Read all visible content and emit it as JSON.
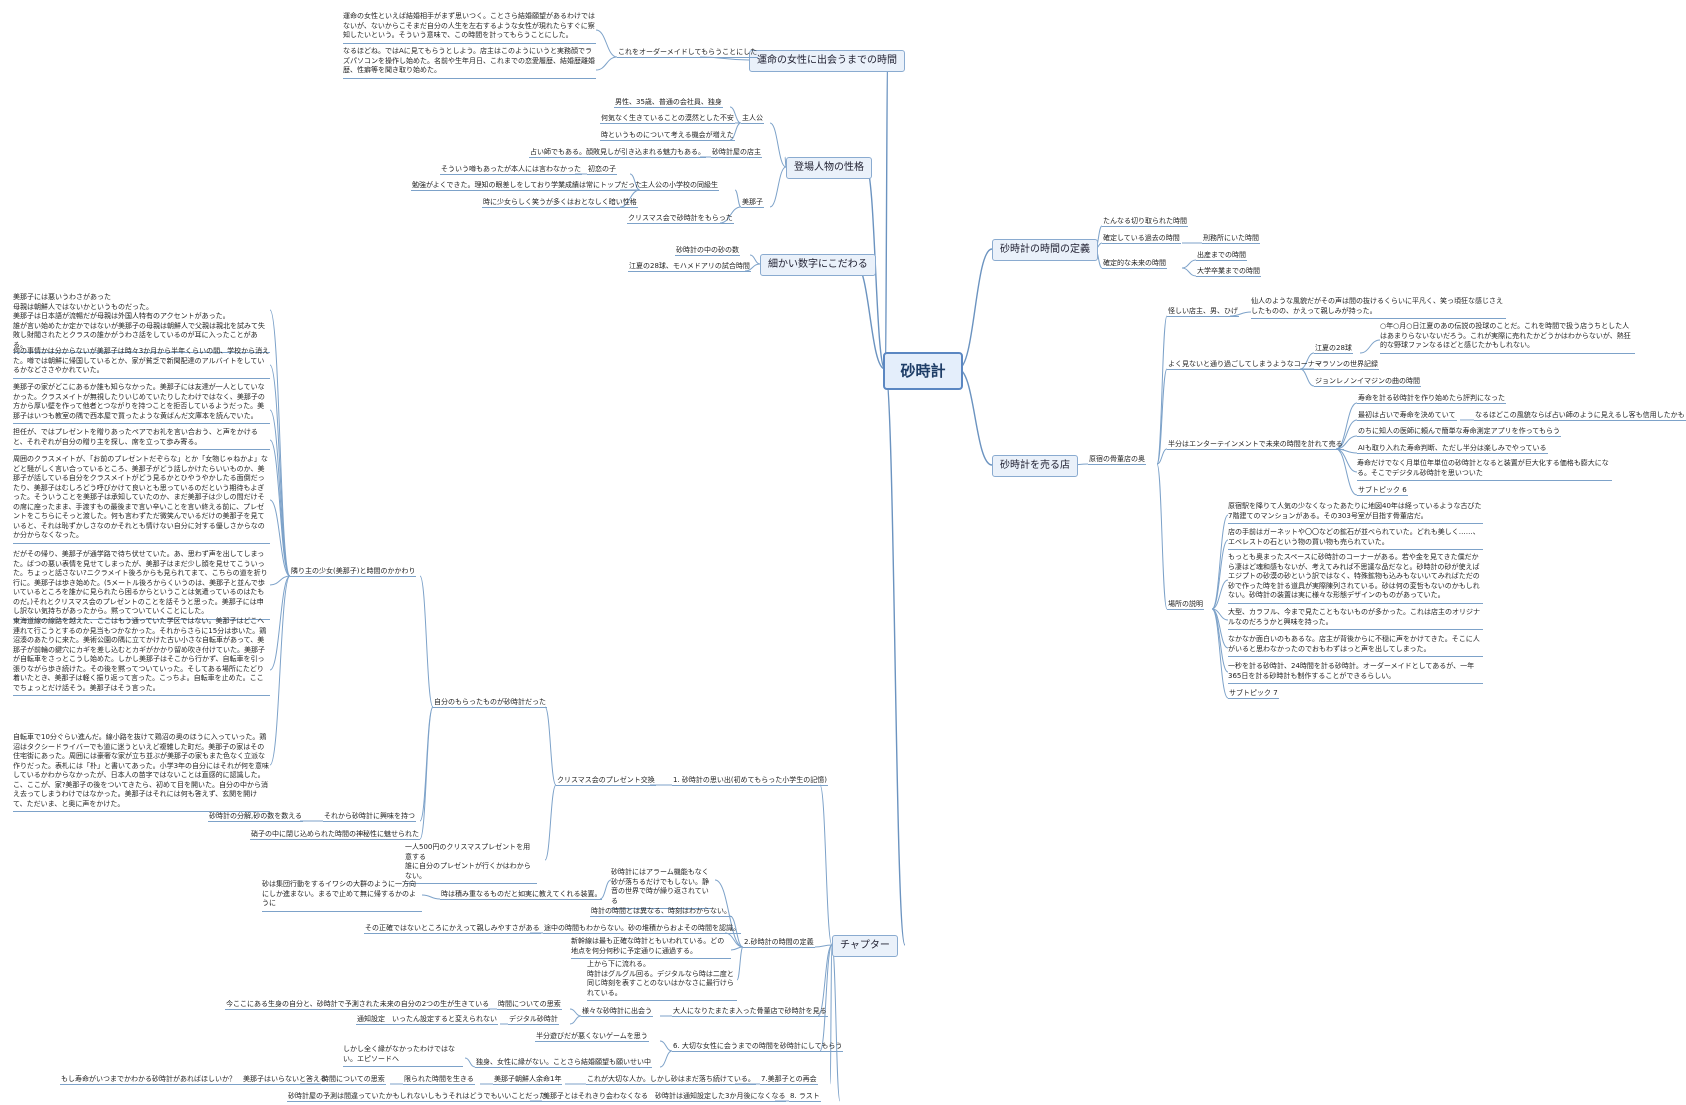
{
  "root": "砂時計",
  "branches": {
    "meet": "運命の女性に出会うまでの時間",
    "character": "登場人物の性格",
    "numbers": "細かい数字にこだわる",
    "definition": "砂時計の時間の定義",
    "shop": "砂時計を売る店",
    "chapter": "チャプター"
  },
  "meet": {
    "p1": "運命の女性といえば結婚相手がまず思いつく。ことさら結婚願望があるわけではないが、ないからこそまだ自分の人生を左右するような女性が現れたらすぐに察知したいという。そういう意味で、この時間を計ってもらうことにした。",
    "p2": "なるほどね。ではAに見てもらうとしよう。店主はこのようにいうと実務顔でラズパソコンを操作し始めた。名前や生年月日、これまでの恋愛履歴、結婚歴離婚歴、性癖等を聞き取り始めた。",
    "order": "これをオーダーメイドしてもらうことにした"
  },
  "character": {
    "hero": "主人公",
    "hero1": "男性、35歳、普通の会社員、独身",
    "hero2": "何気なく生きていることの漠然とした不安",
    "hero3": "時というものについて考える機会が増えた",
    "owner": "砂時計屋の店主",
    "owner1": "占い師でもある。顔敗見しが引き込まれる魅力もある。",
    "mieko": "美那子",
    "first_love": "初恋の子",
    "first_love1": "そういう噂もあったが本人には言わなかった",
    "classmate": "主人公の小学校の同級生",
    "classmate1": "勉強がよくできた。理知の眼差しをしており学業成績は常にトップだった",
    "classmate2": "時に少女らしく笑うが多くはおとなしく暗い性格",
    "xmas": "クリスマス会で砂時計をもらった"
  },
  "numbers": {
    "n1": "砂時計の中の砂の数",
    "n2": "江夏の28球、モハメドアリの試合時間"
  },
  "definition": {
    "d1": "たんなる切り取られた時間",
    "d2": "確定している過去の時間",
    "d2a": "刑務所にいた時間",
    "d3": "確定的な未来の時間",
    "d3a": "出産までの時間",
    "d3b": "大学卒業までの時間"
  },
  "shop": {
    "old_shop": "原宿の骨董店の奥",
    "owner": "怪しい店主、男、ひげ",
    "owner_desc": "仙人のような風貌だがその声は間の抜けるくらいに平凡く、笑っ頃狂な感じさえしたものの、かえって親しみが持った。",
    "corner": "よく見ないと通り過ごしてしまうようなコーナー",
    "enatsu": "江夏の28球",
    "enatsu_desc": "○年○月○日江夏のあの伝説の投球のことだ。これを時間で扱う店うちとした人はあまりらないないだろう。これが実際に売れたかどうかはわからないが、熱狂的な野球ファンなるほどと感じたかもしれない。",
    "marathon": "マラソンの世界記録",
    "lennon": "ジョンレノンイマジンの曲の時間",
    "future": "半分はエンターテインメントで未来の時間を計れて売る",
    "life": "寿命を計る砂時計を作り始めたら評判になった",
    "fortune": "最初は占いで寿命を決めていて",
    "fortune1": "なるほどこの風貌ならば占い師のように見えるし客も信用したかもしれない。",
    "doctor": "のちに知人の医師に頼んで簡単な寿命測定アプリを作ってもらう",
    "ai": "AIも取り入れた寿命判断、ただし半分は楽しみでやっている",
    "scale": "寿命だけでなく月単位年単位の砂時計となると装置が巨大化する価格も膨大になる。そこでデジタル砂時計を思いついた",
    "sub6": "サブトピック 6",
    "place": "場所の説明",
    "place1": "原宿駅を降りて人気の少なくなったあたりに地図40年は経っているような古びた7階建てのマンションがある。その303号室が目指す骨董店だ。",
    "place2": "店の手前はガーネットや〇〇などの鉱石が並べられていた。どれも美しく……、エベレストの石という物の買い物も売られていた。",
    "place3": "もっとも奥まったスペースに砂時計のコーナーがある。若や金を見てきた僕だから凄はど魂和感もないが、考えてみれば不思議な品だなと。砂時計の砂が使えばエジプトの砂漠の砂という訳ではなく、特殊鉱物も込みもないいてみればただの砂で作った時を計る道具が実際陳列されている。砂は何の変哲もないのかもしれない。砂時計の装置は実に様々な形態デザインのものがあっていた。",
    "place4": "大型、カラフル、今まで見たこともないものが多かった。これは店主のオリジナルなのだろうかと興味を持った。",
    "place5": "なかなか面白いのもあるな。店主が背後からに不穏に声をかけてきた。そこに人がいると思わなかったのでおもわずはっと声を出してしまった。",
    "place6": "一秒を計る砂時計、24時間を計る砂時計。オーダーメイドとしてあるが、一年365日を計る砂時計も制作することができるらしい。",
    "sub7": "サブトピック 7"
  },
  "chapter": {
    "c1": "1. 砂時計の思い出(初めてもらった小学生の記憶)",
    "xmas_present": "クリスマス会のプレゼント交換",
    "mine": "自分のもらったものが砂時計だった",
    "girl": "隣り主の少女(美那子)と時間のかかわり",
    "g0": "美那子には悪いうわさがあった\n母親は朝鮮人ではないかというものだった。\n美那子は日本語が流暢だが母親は外国人特有のアクセントがあった。\n誰が言い始めたか定かではないが美那子の母親は朝鮮人で父親は親北を試みて失敗し財閥されたとクラスの誰かがうわさ話をしているのが耳に入ったことがある。",
    "g1": "何の事情かは分からないが美那子は時々3か月から半年くらいの間、学校から消えた。噂では朝鮮に帰国しているとか、家が貧乏で新聞配達のアルバイトをしているかなどささやかれていた。",
    "g2": "美那子の家がどこにあるか誰も知らなかった。美那子には友達が一人としていなかった。クラスメイトが無視したりいじめていたりしたわけではなく、美那子の方から厚い壁を作って他者とつながりを持つことを拒否しているようだった。美那子はいつも教室の隅で西本屋で買ったような黄ばんだ文庫本を読んでいた。",
    "g3": "担任が、ではプレゼントを贈りあったペアでお礼を言い合おう、と声をかけると、それぞれが自分の贈り主を探し、席を立って歩み寄る。",
    "g4": "周囲のクラスメイトが、「お前のプレゼントだぞらな」とか「女物じゃねかよ」などと騒がしく言い合っているところ、美那子がどう話しかけたらいいものか、美那子が話している自分をクラスメイトがどう見るかとひやうやかしたる面倒だったり、美那子はむしろどう呼びかけて良いとも思っているのだという期待もよぎった。そういうことを美那子は承知していたのか、まだ美那子は少しの間だけその席に座ったまま、手渡すもの最後まで言い辛いことを言い終える前に、プレゼントをこちらにそっと渡した。何も言わずただ微笑んでいるだけの美那子を見ていると、それは恥ずかしさなのかそれとも情けない自分に対する優しさからなのか分からなくなった。",
    "g5": "だがその帰り、美那子が通学路で待ち伏せていた。あ、思わず声を出してしまった。ばつの悪い表情を見せてしまったが、美那子はまだ少し顔を見せてこういった。ちょっと話さない?ニクラメイト後ろからも見られてまて、こちらの道を折り行に。美那子は歩き始めた。(5メートル後ろからくいうのは、美那子と並んで歩いているところを誰かに見られたら困るからということは気遣っているのはたものだ。)それとクリスマス会のプレゼントのことを話そうと思った。美那子には申し訳ない気持ちがあったから。黙ってついていくことにした。",
    "g6": "東海道線の線路を越えた、ここはもう通っていた学区ではない。美那子はどこへ連れて行こうとするのか見当もつかなかった。それからさらに15分は歩いた。鶏沼湊のあたりに来た。美術公園の隅に立てかけた古い小さな自転車があって、美那子が前輪の鍵穴にカギを差し込むとカギがかかり留め吹き付けていた。美那子が自転車をさっとこうし始めた。しかし美那子はそこから行かず、自転車を引っ張りながら歩き続けた。その後を黙ってついていった。そしてある場所にたどり着いたとき、美那子は軽く振り返って言った。こっちよ。自転車を止めた。ここでちょっとだけ話そう。美那子はそう言った。",
    "g7": "自転車で10分ぐらい進んだ。線小路を抜けて鶏沼の奥のほうに入っていった。鶏沼はタクシードライバーでも道に迷うといえど複雑した町だ。美那子の家はその住宅街にあった。周囲には豪奢な家が立ち並ぶが美那子の家もまた色なく立派な作りだった。表札には「朴」と書いてあった。小学3年の自分にはそれが何を意味しているかわからなかったが、日本人の苗字ではないことは直感的に認識した。こ、ここが、家?美那子の後をついてきたら、初めて目を開いた。自分の中から消え去ってしまうわけではなかった。美那子はそれには何も答えず、玄関を開けて、ただいま、と奥に声をかけた。",
    "g8": "砂時計の分解,砂の数を数える",
    "then": "それから砂時計に興味を持つ",
    "mystery": "硝子の中に閉じ込められた時間の神秘性に魅せられた",
    "budget": "一人500円のクリスマスプレゼントを用意する\n誰に自分のプレゼントが行くかはわからない。",
    "c2": "2.砂時計の時間の定義",
    "c2_sand": "砂時計にはアラーム機能もなく砂が落ちるだけでもしない。静音の世界で時が繰り返されている",
    "c2_bird": "砂は集団行動をするイワシの大群のように一方向にしか進まない。まるで止めて無に帰するかのように",
    "c2_time": "時は積み重なるものだと如実に教えてくれる装置。",
    "c2_sense": "時計の時間とは異なる、時刻はわからない。",
    "c2_mid": "途中の時間もわからない。砂の堆積からおよその時間を認識。",
    "c2_mid1": "その正確ではないところにかえって親しみやすさがある",
    "c2_measure": "新幹線は最も正確な時計ともいわれている。どの地点を何分何秒に予定通りに通過する。",
    "c2_flow": "上から下に流れる。\n時計はグルグル回る。デジタルなら時は二度と同じ時刻を表すことのないはかなさに最行けられている。",
    "c3": "大人になりたまたま入った骨董店で砂時計を見る",
    "c3_various": "様々な砂時計に出会う",
    "c3_thought": "時間についての思索",
    "c3_thought1": "今ここにある生身の自分と、砂時計で予測された未来の自分の2つの生が生きている",
    "c3_digital": "デジタル砂時計",
    "c3_digital1": "通知設定　いったん設定すると変えられない",
    "c6": "6. 大切な女性に会うまでの時間を砂時計にしてもらう",
    "c6_game": "半分遊びだが悪くないゲームを思う",
    "c6_single": "独身、女性に縁がない。ことさら結婚願望も願いせい中",
    "c6_single1": "しかし全く縁がなかったわけではない。エピソードへ",
    "c7": "7.美那子との再会",
    "c7_fate": "これが大切な人か。しかし砂はまだ落ち続けている。",
    "c7_meet": "美那子朝鮮人余命1年",
    "c7_limited": "限られた時間を生きる",
    "c7_think": "時間についての思索",
    "c7_wish": "もし寿命がいつまでかわかる砂時計があればほしいか？　美那子はいらないと答える",
    "c8": "8. ラスト",
    "c8_end": "美那子とはそれきり会わなくなる　砂時計は通知設定した3か月後になくなる",
    "c8_last": "砂時計屋の予測は間違っていたかもしれないしもうそれはどうでもいいことだった。"
  }
}
